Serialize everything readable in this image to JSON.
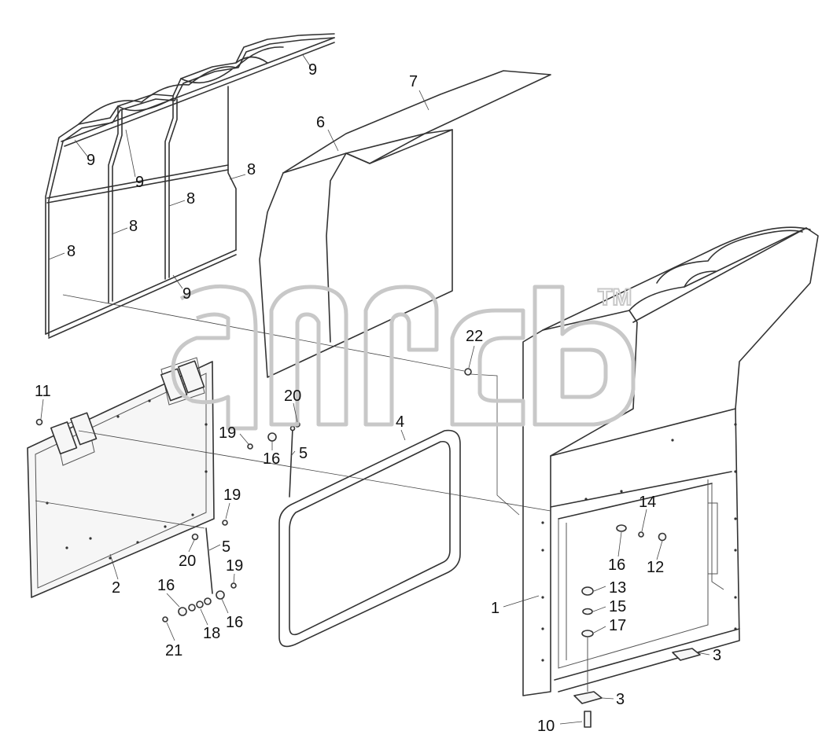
{
  "callouts": [
    {
      "id": "c9a",
      "label": "9"
    },
    {
      "id": "c9b",
      "label": "9"
    },
    {
      "id": "c9c",
      "label": "9"
    },
    {
      "id": "c9d",
      "label": "9"
    },
    {
      "id": "c8a",
      "label": "8"
    },
    {
      "id": "c8b",
      "label": "8"
    },
    {
      "id": "c8c",
      "label": "8"
    },
    {
      "id": "c8d",
      "label": "8"
    },
    {
      "id": "c7",
      "label": "7"
    },
    {
      "id": "c6",
      "label": "6"
    },
    {
      "id": "c22",
      "label": "22"
    },
    {
      "id": "c11",
      "label": "11"
    },
    {
      "id": "c20a",
      "label": "20"
    },
    {
      "id": "c19a",
      "label": "19"
    },
    {
      "id": "c16a",
      "label": "16"
    },
    {
      "id": "c5a",
      "label": "5"
    },
    {
      "id": "c4",
      "label": "4"
    },
    {
      "id": "c19b",
      "label": "19"
    },
    {
      "id": "c20b",
      "label": "20"
    },
    {
      "id": "c5b",
      "label": "5"
    },
    {
      "id": "c2",
      "label": "2"
    },
    {
      "id": "c19c",
      "label": "19"
    },
    {
      "id": "c16b",
      "label": "16"
    },
    {
      "id": "c16c",
      "label": "16"
    },
    {
      "id": "c18",
      "label": "18"
    },
    {
      "id": "c21",
      "label": "21"
    },
    {
      "id": "c14",
      "label": "14"
    },
    {
      "id": "c16d",
      "label": "16"
    },
    {
      "id": "c12",
      "label": "12"
    },
    {
      "id": "c13",
      "label": "13"
    },
    {
      "id": "c15",
      "label": "15"
    },
    {
      "id": "c17",
      "label": "17"
    },
    {
      "id": "c1",
      "label": "1"
    },
    {
      "id": "c3a",
      "label": "3"
    },
    {
      "id": "c3b",
      "label": "3"
    },
    {
      "id": "c10",
      "label": "10"
    }
  ],
  "watermark": {
    "trademark": "TM"
  },
  "colors": {
    "line": "#333333",
    "watermark": "#c8c8c8",
    "background": "#ffffff"
  }
}
